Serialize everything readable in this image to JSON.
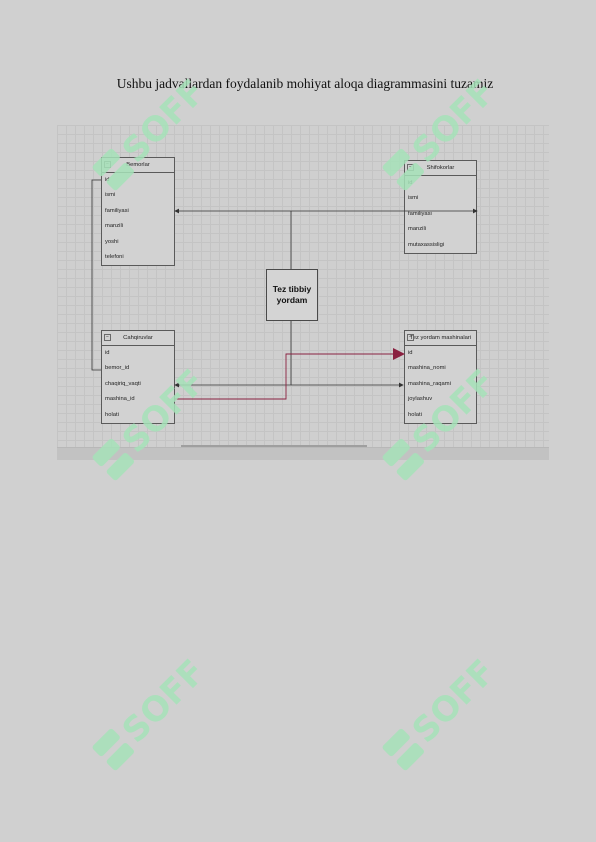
{
  "title": "Ushbu jadvallardan foydalanib mohiyat aloqa diagrammasini tuzamiz",
  "diagram": {
    "center": {
      "line1": "Tez tibbiy",
      "line2": "yordam"
    },
    "entities": {
      "bemorlar": {
        "name": "Bemorlar",
        "fields": [
          "id",
          "ismi",
          "familiyasi",
          "manzili",
          "yoshi",
          "telefoni"
        ]
      },
      "shifokorlar": {
        "name": "Shifokorlar",
        "fields": [
          "id",
          "ismi",
          "familiyasi",
          "manzili",
          "mutaxassisligi"
        ]
      },
      "chaqiruvlar": {
        "name": "Cahqiruvlar",
        "fields": [
          "id",
          "bemor_id",
          "chaqiriq_vaqti",
          "mashina_id",
          "holati"
        ]
      },
      "mashinalar": {
        "name": "Tez yordam mashinalari",
        "fields": [
          "id",
          "mashina_nomi",
          "mashina_raqami",
          "joylashuv",
          "holati"
        ]
      }
    },
    "colors": {
      "line": "#333333",
      "highlight_line": "#8a2040"
    }
  },
  "watermark": {
    "text": "SOFF",
    "color": "#9fe0b3"
  }
}
